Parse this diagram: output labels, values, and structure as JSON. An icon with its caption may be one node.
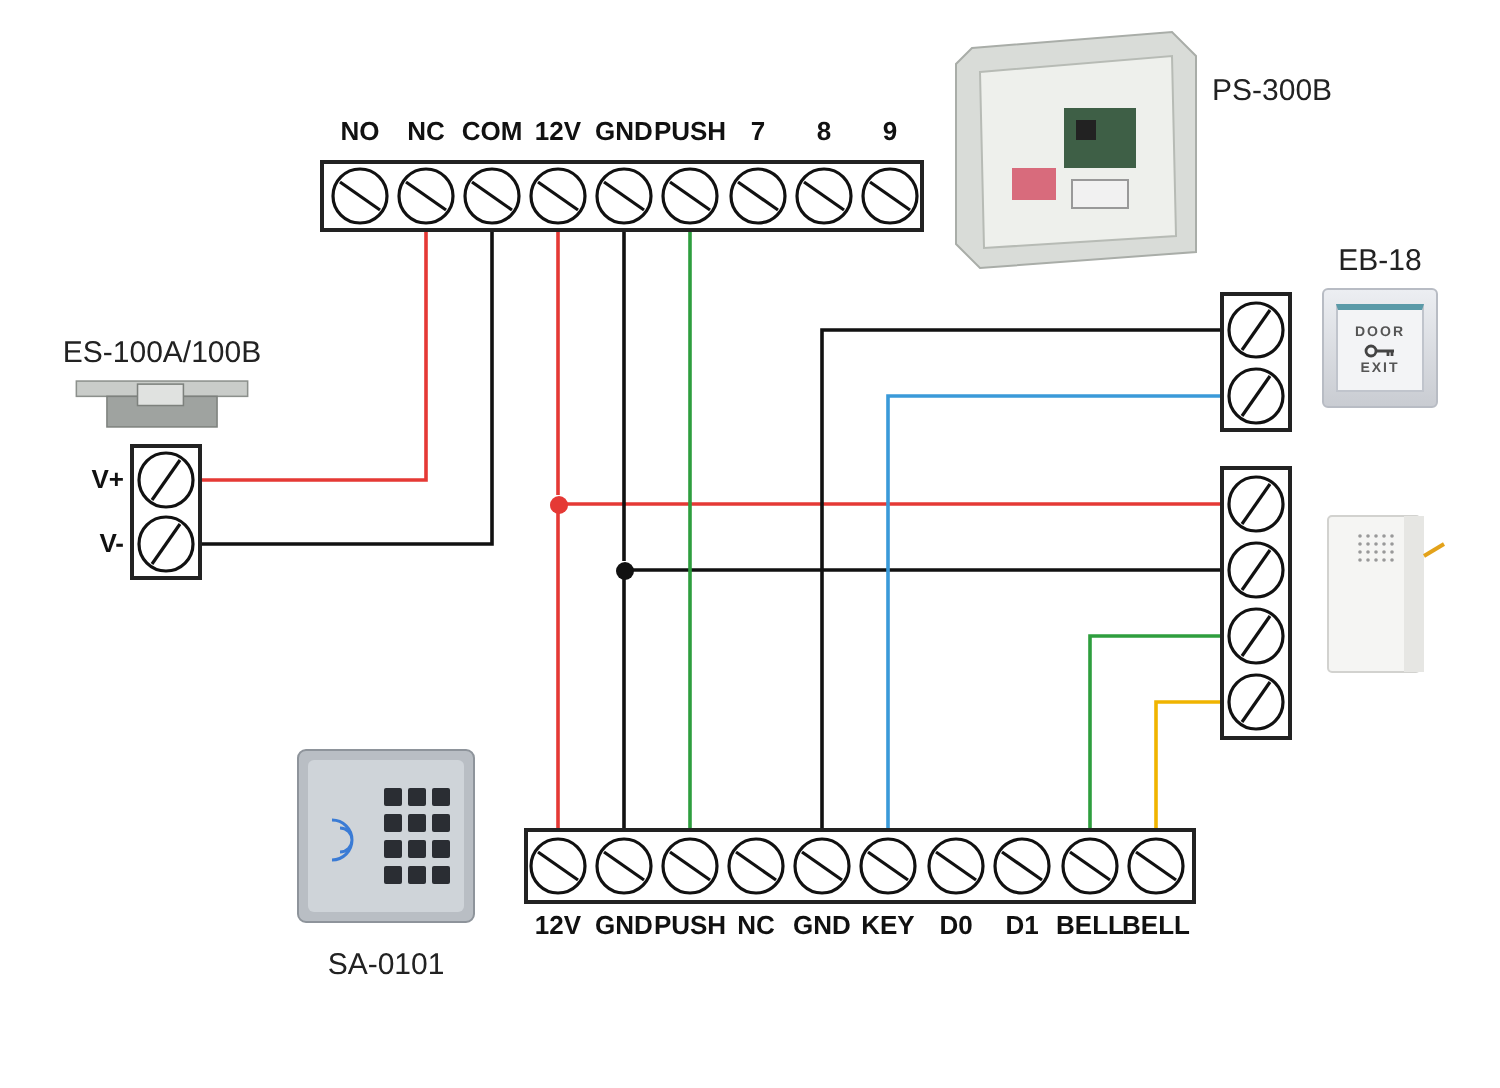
{
  "diagram": {
    "nodes": [
      {
        "text": [
          "PS-300B"
        ]
      },
      {
        "text": [
          "NO"
        ]
      },
      {
        "text": [
          "NC"
        ]
      },
      {
        "text": [
          "COM"
        ]
      },
      {
        "text": [
          "12V"
        ]
      },
      {
        "text": [
          "GND"
        ]
      },
      {
        "text": [
          "PUSH"
        ]
      },
      {
        "text": [
          "7"
        ]
      },
      {
        "text": [
          "8"
        ]
      },
      {
        "text": [
          "9"
        ]
      },
      {
        "text": [
          "ES-100A/100B"
        ]
      },
      {
        "text": [
          "V+"
        ]
      },
      {
        "text": [
          "V-"
        ]
      },
      {
        "text": [
          "EB-18",
          "DOOR",
          "EXIT"
        ]
      },
      {
        "text": [],
        "shape": "circle"
      },
      {
        "text": [],
        "shape": "circle"
      },
      {
        "text": [],
        "shape": "circle"
      },
      {
        "text": [],
        "shape": "circle"
      },
      {
        "text": [],
        "shape": "circle"
      },
      {
        "text": [],
        "shape": "circle"
      },
      {
        "text": [],
        "shape": "picture"
      },
      {
        "text": [
          "SA-0101"
        ]
      },
      {
        "text": [
          "12V"
        ]
      },
      {
        "text": [
          "GND"
        ]
      },
      {
        "text": [
          "PUSH"
        ]
      },
      {
        "text": [
          "NC"
        ]
      },
      {
        "text": [
          "GND"
        ]
      },
      {
        "text": [
          "KEY"
        ]
      },
      {
        "text": [
          "D0"
        ]
      },
      {
        "text": [
          "D1"
        ]
      },
      {
        "text": [
          "BELL"
        ]
      },
      {
        "text": [
          "BELL"
        ]
      },
      {
        "text": [],
        "shape": "circle"
      },
      {
        "text": [],
        "shape": "circle"
      }
    ],
    "edges": [
      {
        "from": 2,
        "to": 11,
        "arrow": "none",
        "color": "#e53935"
      },
      {
        "from": 3,
        "to": 12,
        "arrow": "none"
      },
      {
        "from": 4,
        "to": 32,
        "arrow": "none",
        "color": "#e53935"
      },
      {
        "from": 32,
        "to": 22,
        "arrow": "none",
        "color": "#e53935"
      },
      {
        "from": 32,
        "to": 16,
        "arrow": "none",
        "color": "#e53935"
      },
      {
        "from": 5,
        "to": 33,
        "arrow": "none"
      },
      {
        "from": 33,
        "to": 23,
        "arrow": "none"
      },
      {
        "from": 33,
        "to": 17,
        "arrow": "none"
      },
      {
        "from": 6,
        "to": 24,
        "arrow": "none",
        "color": "#2e9e3e"
      },
      {
        "from": 26,
        "to": 14,
        "arrow": "none"
      },
      {
        "from": 27,
        "to": 15,
        "arrow": "none",
        "color": "#3a9ad9"
      },
      {
        "from": 30,
        "to": 18,
        "arrow": "none",
        "color": "#2e9e3e"
      },
      {
        "from": 31,
        "to": 19,
        "arrow": "none",
        "color": "#f0b400"
      }
    ]
  }
}
